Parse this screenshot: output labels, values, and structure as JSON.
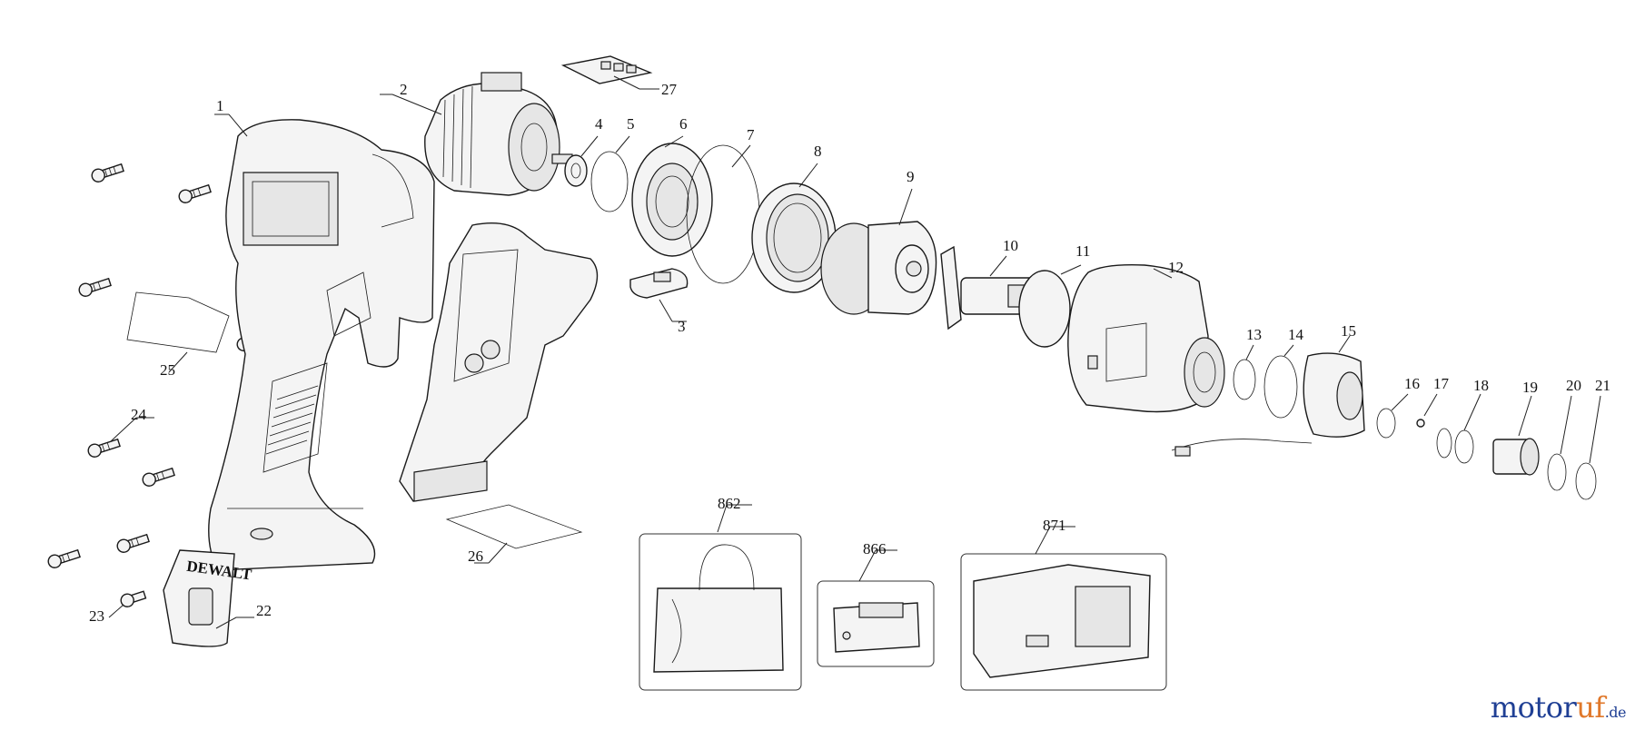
{
  "labels": {
    "p1": "1",
    "p2": "2",
    "p3": "3",
    "p4": "4",
    "p5": "5",
    "p6": "6",
    "p7": "7",
    "p8": "8",
    "p9": "9",
    "p10": "10",
    "p11": "11",
    "p12": "12",
    "p13": "13",
    "p14": "14",
    "p15": "15",
    "p16": "16",
    "p17": "17",
    "p18": "18",
    "p19": "19",
    "p20": "20",
    "p21": "21",
    "p22": "22",
    "p23": "23",
    "p24": "24",
    "p25": "25",
    "p26": "26",
    "p27": "27",
    "p862": "862",
    "p866": "866",
    "p871": "871"
  },
  "brand_on_clip": "DEWALT",
  "watermark": {
    "part1": "motor",
    "part2": "uf",
    "part3": ".de"
  },
  "colors": {
    "watermark_blue": "#1f3f94",
    "watermark_orange": "#e0782a"
  }
}
